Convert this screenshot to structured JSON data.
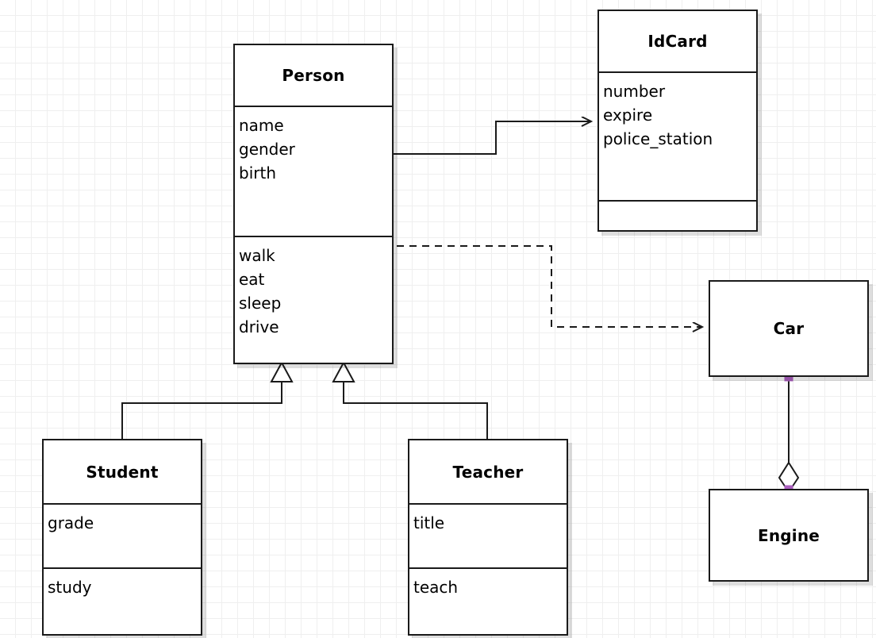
{
  "diagram": {
    "type": "uml-class-diagram",
    "background": "#ffffff",
    "grid_color": "#efefef",
    "grid_size": 20,
    "line_color": "#1a1a1a",
    "selection_handle_color": "#ab5fbf"
  },
  "classes": {
    "person": {
      "name": "Person",
      "attributes": [
        "name",
        "gender",
        "birth"
      ],
      "methods": [
        "walk",
        "eat",
        "sleep",
        "drive"
      ]
    },
    "idcard": {
      "name": "IdCard",
      "attributes": [
        "number",
        "expire",
        "police_station"
      ],
      "methods": []
    },
    "student": {
      "name": "Student",
      "attributes": [
        "grade"
      ],
      "methods": [
        "study"
      ]
    },
    "teacher": {
      "name": "Teacher",
      "attributes": [
        "title"
      ],
      "methods": [
        "teach"
      ]
    },
    "car": {
      "name": "Car",
      "attributes": [],
      "methods": []
    },
    "engine": {
      "name": "Engine",
      "attributes": [],
      "methods": []
    }
  },
  "relationships": [
    {
      "id": "person-idcard",
      "kind": "association",
      "from": "Person",
      "to": "IdCard",
      "line": "solid",
      "arrowhead": "open-arrow"
    },
    {
      "id": "person-car",
      "kind": "dependency",
      "from": "Person",
      "to": "Car",
      "line": "dashed",
      "arrowhead": "open-arrow"
    },
    {
      "id": "student-person",
      "kind": "generalization",
      "from": "Student",
      "to": "Person",
      "line": "solid",
      "arrowhead": "hollow-triangle"
    },
    {
      "id": "teacher-person",
      "kind": "generalization",
      "from": "Teacher",
      "to": "Person",
      "line": "solid",
      "arrowhead": "hollow-triangle"
    },
    {
      "id": "car-engine",
      "kind": "aggregation",
      "from": "Car",
      "to": "Engine",
      "line": "solid",
      "arrowhead": "hollow-diamond",
      "selected": true
    }
  ]
}
